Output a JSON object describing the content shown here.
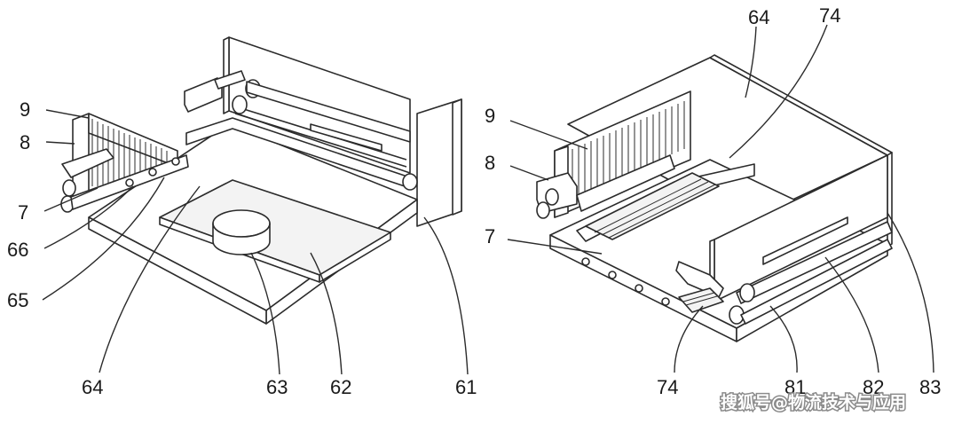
{
  "left_figure": {
    "labels": [
      "9",
      "8",
      "7",
      "66",
      "65",
      "64",
      "63",
      "62",
      "61"
    ]
  },
  "right_figure": {
    "labels": [
      "64",
      "74",
      "9",
      "8",
      "7",
      "74",
      "81",
      "82",
      "83"
    ]
  },
  "watermark": "搜狐号@物流技术与应用",
  "colors": {
    "line": "#2b2b2b",
    "background": "#ffffff",
    "watermark_bg": "#9a9a9a"
  }
}
